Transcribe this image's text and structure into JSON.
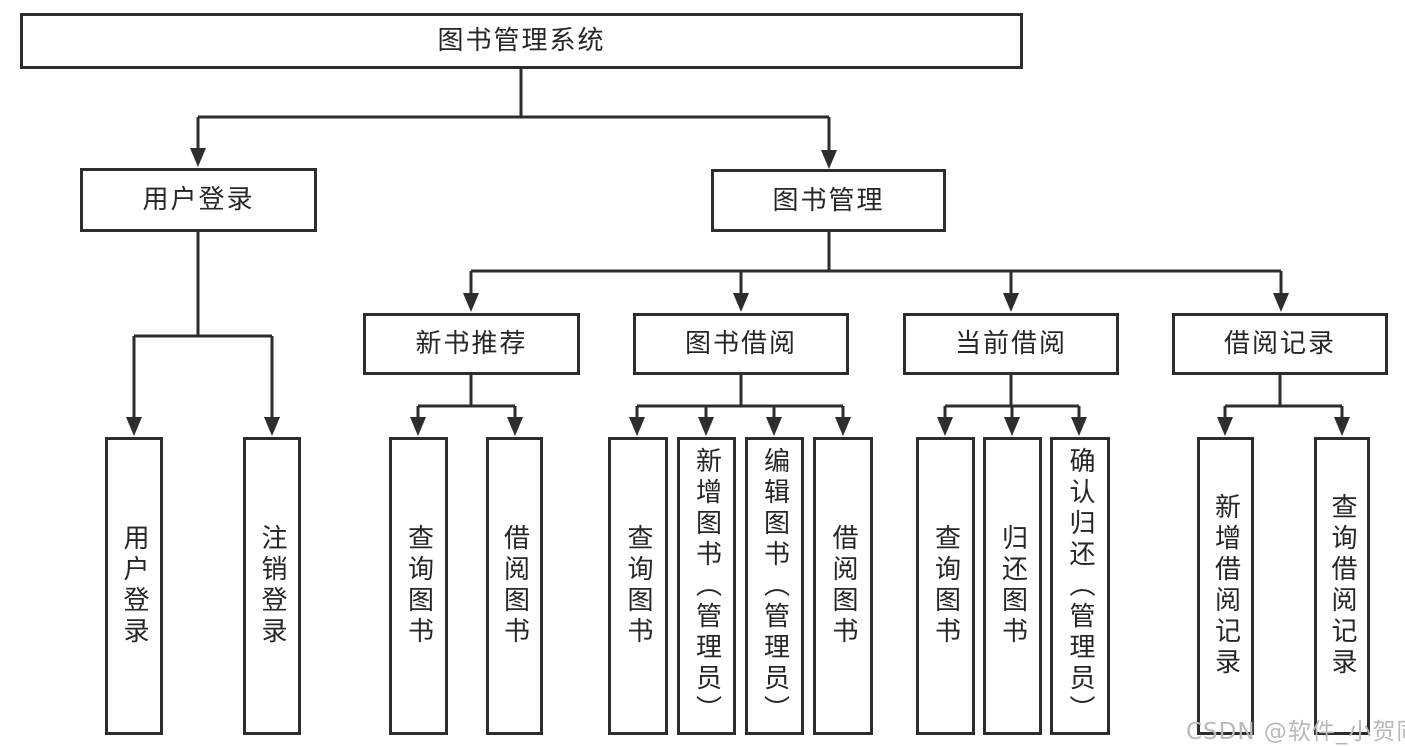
{
  "diagram": {
    "type": "hierarchy-tree",
    "line_color": "#2d2d2d",
    "box_background": "#ffffff",
    "text_color": "#262626"
  },
  "tree": {
    "root": {
      "label": "图书管理系统"
    },
    "level2": [
      {
        "label": "用户登录"
      },
      {
        "label": "图书管理"
      }
    ],
    "level3": [
      {
        "label": "新书推荐",
        "parent": "图书管理"
      },
      {
        "label": "图书借阅",
        "parent": "图书管理"
      },
      {
        "label": "当前借阅",
        "parent": "图书管理"
      },
      {
        "label": "借阅记录",
        "parent": "图书管理"
      }
    ],
    "leaves": [
      {
        "label": "用户登录",
        "parent": "用户登录"
      },
      {
        "label": "注销登录",
        "parent": "用户登录"
      },
      {
        "label": "查询图书",
        "parent": "新书推荐"
      },
      {
        "label": "借阅图书",
        "parent": "新书推荐"
      },
      {
        "label": "查询图书",
        "parent": "图书借阅"
      },
      {
        "label": "新增图书（管理员）",
        "parent": "图书借阅"
      },
      {
        "label": "编辑图书（管理员）",
        "parent": "图书借阅"
      },
      {
        "label": "借阅图书",
        "parent": "图书借阅"
      },
      {
        "label": "查询图书",
        "parent": "当前借阅"
      },
      {
        "label": "归还图书",
        "parent": "当前借阅"
      },
      {
        "label": "确认归还（管理员）",
        "parent": "当前借阅"
      },
      {
        "label": "新增借阅记录",
        "parent": "借阅记录"
      },
      {
        "label": "查询借阅记录",
        "parent": "借阅记录"
      }
    ]
  },
  "watermark": {
    "text": "CSDN @软件_小贺同学"
  }
}
